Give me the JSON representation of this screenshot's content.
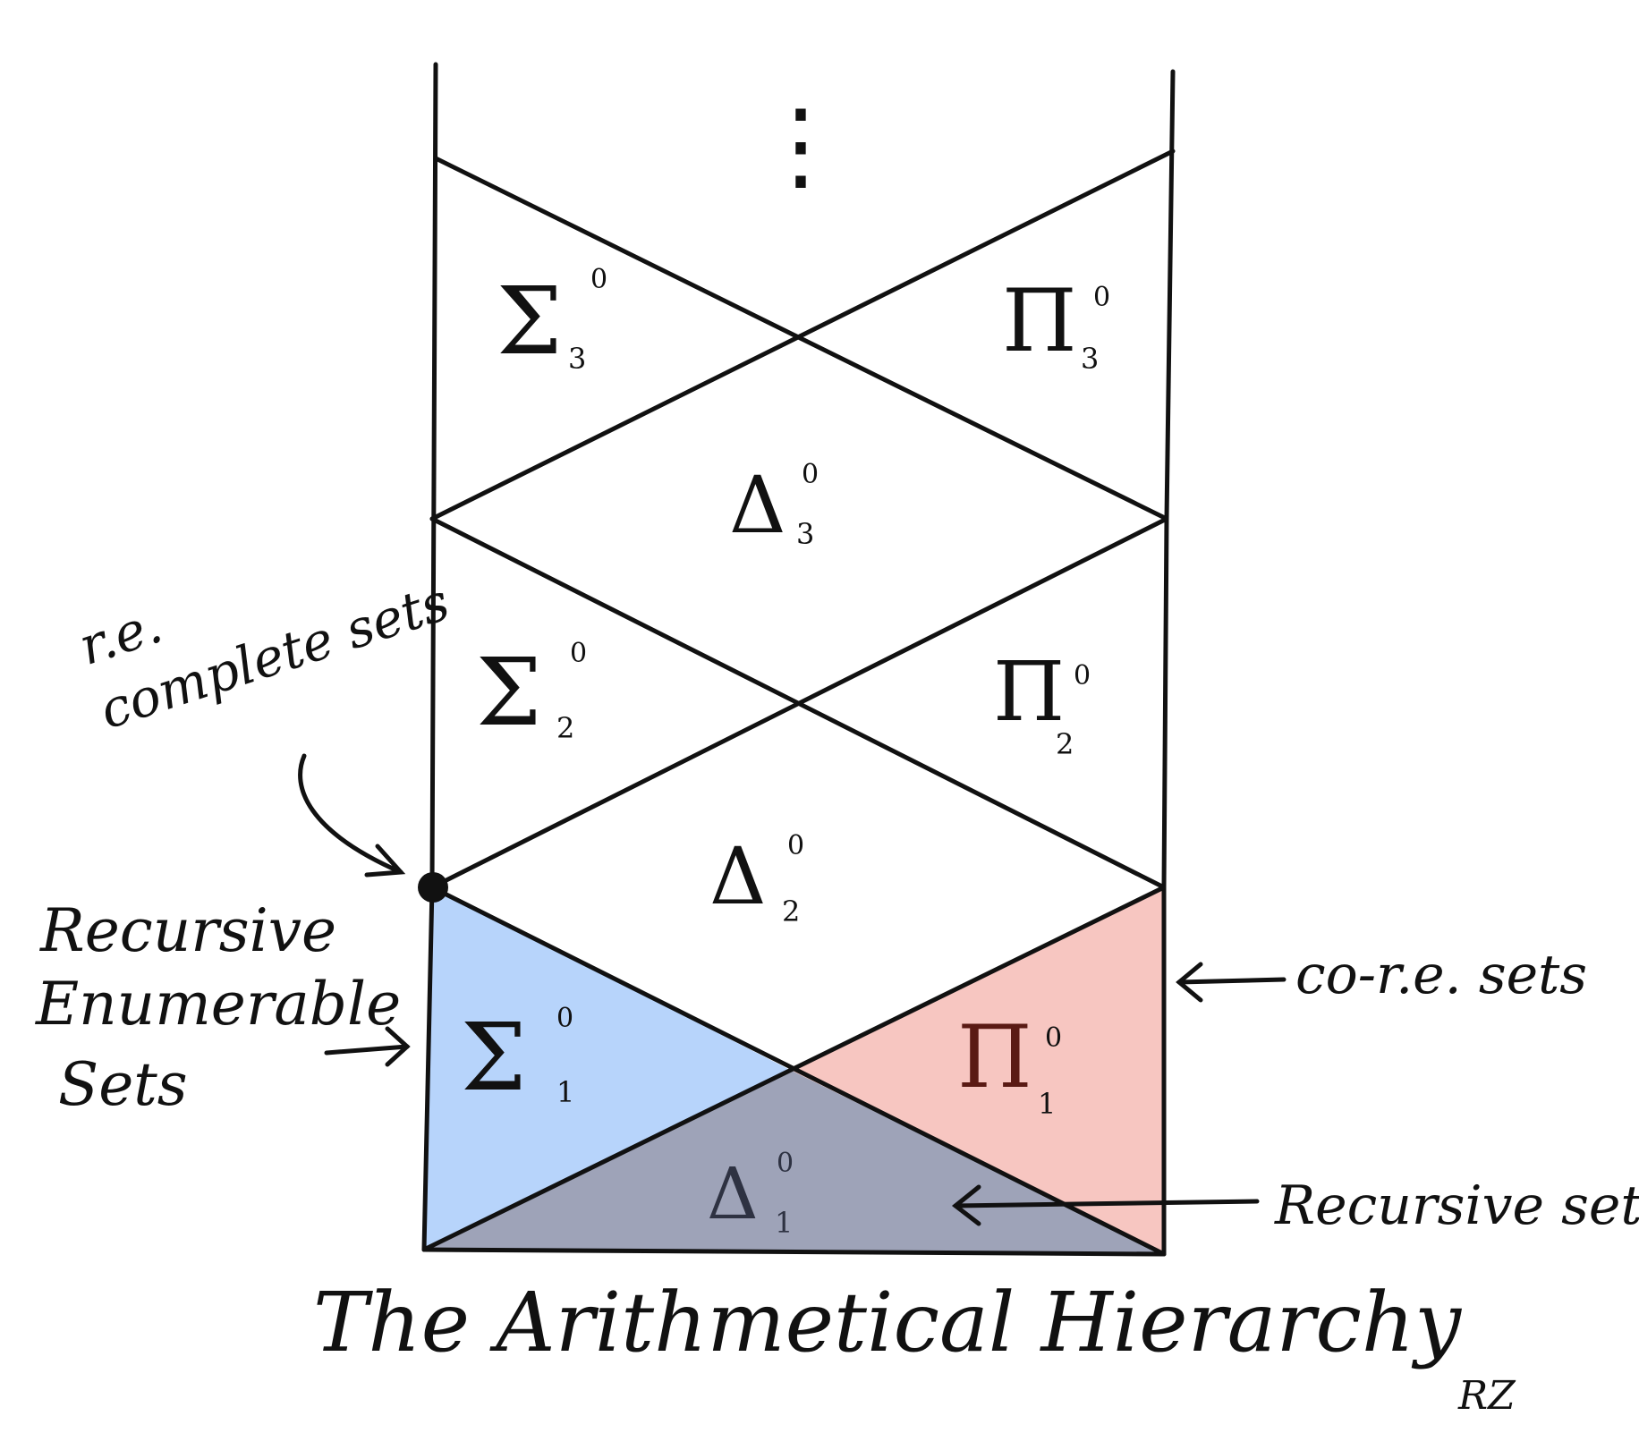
{
  "title": "The Arithmetical Hierarchy",
  "signature": "RZ",
  "continuation": "⋮",
  "classes": [
    {
      "id": "sigma3",
      "symbol": "Σ",
      "sub": "3",
      "sup": "0"
    },
    {
      "id": "pi3",
      "symbol": "Π",
      "sub": "3",
      "sup": "0"
    },
    {
      "id": "delta3",
      "symbol": "Δ",
      "sub": "3",
      "sup": "0"
    },
    {
      "id": "sigma2",
      "symbol": "Σ",
      "sub": "2",
      "sup": "0"
    },
    {
      "id": "pi2",
      "symbol": "Π",
      "sub": "2",
      "sup": "0"
    },
    {
      "id": "delta2",
      "symbol": "Δ",
      "sub": "2",
      "sup": "0"
    },
    {
      "id": "sigma1",
      "symbol": "Σ",
      "sub": "1",
      "sup": "0"
    },
    {
      "id": "pi1",
      "symbol": "Π",
      "sub": "1",
      "sup": "0"
    },
    {
      "id": "delta1",
      "symbol": "Δ",
      "sub": "1",
      "sup": "0"
    }
  ],
  "annotations": {
    "re_complete": [
      "r.e.",
      "complete sets"
    ],
    "re_sets": [
      "Recursive",
      "Enumerable",
      "Sets"
    ],
    "co_re": "co-r.e. sets",
    "recursive": "Recursive sets"
  },
  "colors": {
    "sigma1": "#b7d4fb",
    "pi1": "#f7c6c1",
    "delta1": "#9ea3b8",
    "ink": "#111111"
  }
}
